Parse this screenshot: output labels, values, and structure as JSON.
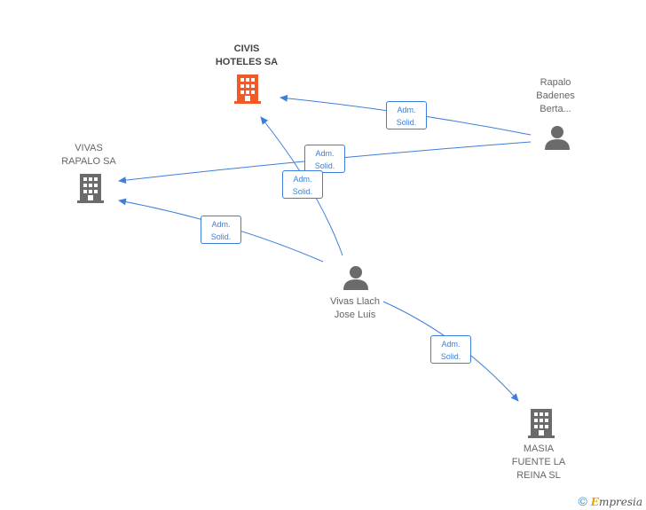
{
  "nodes": {
    "civis": {
      "lines": [
        "CIVIS",
        "HOTELES SA"
      ],
      "color": "#f05a28",
      "icon": "building-icon"
    },
    "vivas_rapalo": {
      "lines": [
        "VIVAS",
        "RAPALO SA"
      ],
      "color": "#6b6b6b",
      "icon": "building-icon"
    },
    "rapalo_badenes": {
      "lines": [
        "Rapalo",
        "Badenes",
        "Berta..."
      ],
      "color": "#6b6b6b",
      "icon": "person-icon"
    },
    "vivas_llach": {
      "lines": [
        "Vivas Llach",
        "Jose Luis"
      ],
      "color": "#6b6b6b",
      "icon": "person-icon"
    },
    "masia": {
      "lines": [
        "MASIA",
        "FUENTE LA",
        "REINA SL"
      ],
      "color": "#6b6b6b",
      "icon": "building-icon"
    }
  },
  "edge_label": {
    "line1": "Adm.",
    "line2": "Solid."
  },
  "edge_color": "#3d7ed8",
  "footer": {
    "copyright": "©",
    "brand_e": "E",
    "brand_rest": "mpresia"
  }
}
